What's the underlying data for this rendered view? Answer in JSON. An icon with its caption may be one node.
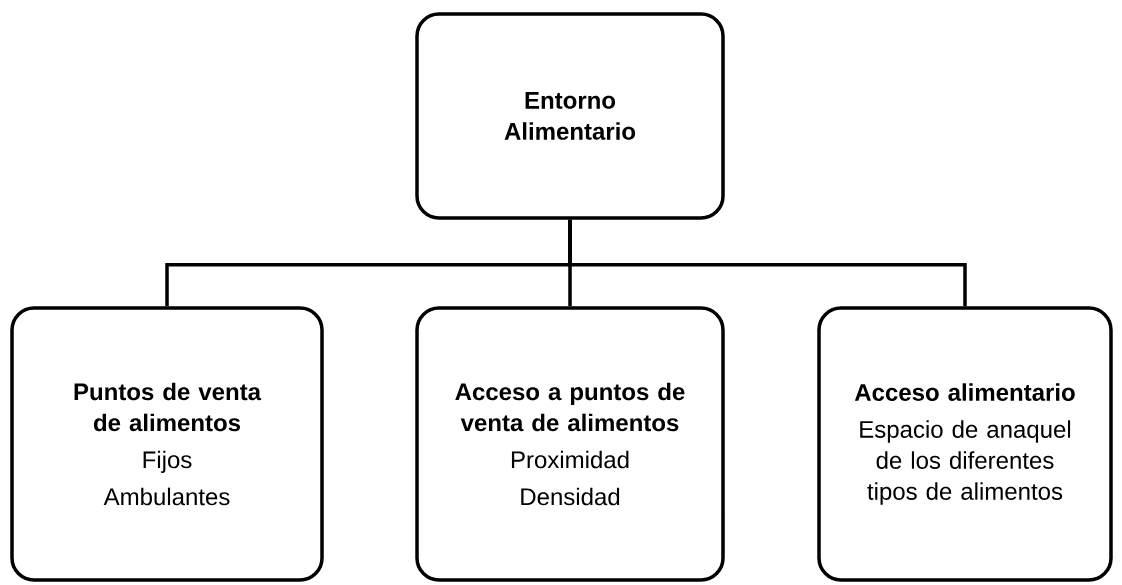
{
  "diagram": {
    "nodes": [
      {
        "text": [
          "Entorno Alimentario"
        ]
      },
      {
        "text": [
          "Puntos de venta de alimentos",
          "Fijos",
          "Ambulantes"
        ]
      },
      {
        "text": [
          "Acceso a puntos de venta de alimentos",
          "Proximidad",
          "Densidad"
        ]
      },
      {
        "text": [
          "Acceso alimentario",
          "Espacio de anaquel de los diferentes tipos de alimentos"
        ]
      }
    ],
    "edges": [
      {
        "from": 0,
        "to": 1,
        "arrow": "none"
      },
      {
        "from": 0,
        "to": 2,
        "arrow": "none"
      },
      {
        "from": 0,
        "to": 3,
        "arrow": "none"
      }
    ]
  }
}
